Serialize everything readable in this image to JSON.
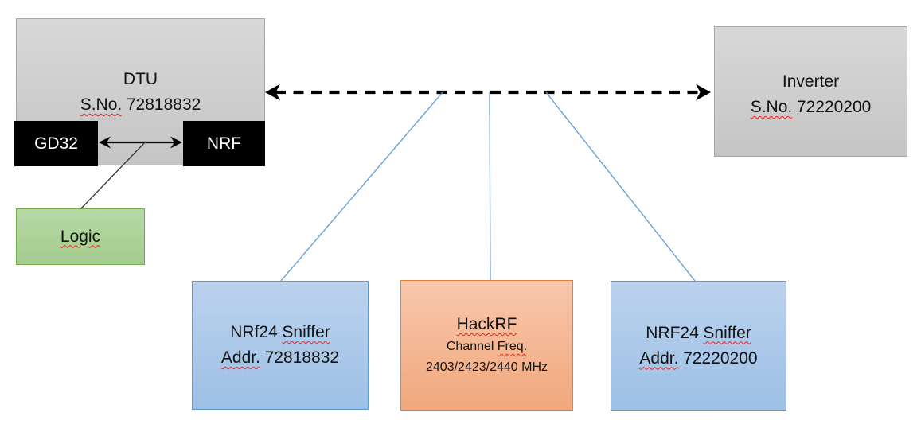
{
  "colors": {
    "background": "#ffffff",
    "gray_fill": "#cccccc",
    "gray_border": "#a6a6a6",
    "chip_fill": "#000000",
    "chip_text": "#ffffff",
    "green_fill": "#aed49c",
    "green_border": "#70ad47",
    "blue_fill": "#abc8e8",
    "blue_border": "#5b9bd5",
    "orange_fill": "#f5b890",
    "orange_border": "#ed7d31",
    "connector_blue": "#5b9bd5",
    "arrow_black": "#000000",
    "spellcheck_squiggle_red": "#ff1a1a"
  },
  "dtu": {
    "title": "DTU",
    "serial_label": "S.No.",
    "serial_number": "72818832",
    "chip_left": "GD32",
    "chip_right": "NRF"
  },
  "logic": {
    "label": "Logic"
  },
  "inverter": {
    "title": "Inverter",
    "serial_label": "S.No.",
    "serial_number": "72220200"
  },
  "sniffer_left": {
    "name": "NRf24",
    "name_suffix": "Sniffer",
    "addr_label": "Addr.",
    "addr_number": "72818832"
  },
  "hackrf": {
    "title": "HackRF",
    "freq_word1": "Channel",
    "freq_word2": "Freq.",
    "frequencies": "2403/2423/2440 MHz"
  },
  "sniffer_right": {
    "name": "NRF24",
    "name_suffix": "Sniffer",
    "addr_label": "Addr.",
    "addr_number": "72220200"
  }
}
